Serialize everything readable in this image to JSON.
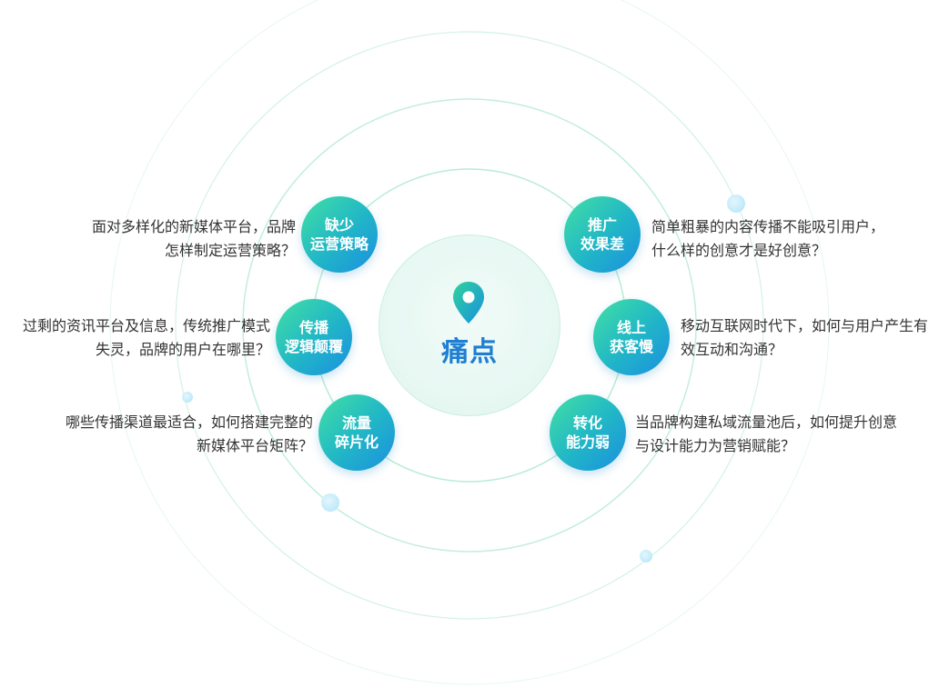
{
  "center": {
    "title": "痛点",
    "icon": "location-pin-icon"
  },
  "colors": {
    "ring": "#b7ecd6",
    "node_gradient_start": "#43e0a3",
    "node_gradient_end": "#1a8fe0",
    "center_title": "#1f7fd3",
    "text": "#333333"
  },
  "pain_points": [
    {
      "title_line1": "缺少",
      "title_line2": "运营策略",
      "desc_line1": "面对多样化的新媒体平台，品牌",
      "desc_line2": "怎样制定运营策略？"
    },
    {
      "title_line1": "传播",
      "title_line2": "逻辑颠覆",
      "desc_line1": "过剩的资讯平台及信息，传统推广模式",
      "desc_line2": "失灵，品牌的用户在哪里？"
    },
    {
      "title_line1": "流量",
      "title_line2": "碎片化",
      "desc_line1": "哪些传播渠道最适合，如何搭建完整的",
      "desc_line2": "新媒体平台矩阵？"
    },
    {
      "title_line1": "推广",
      "title_line2": "效果差",
      "desc_line1": "简单粗暴的内容传播不能吸引用户，",
      "desc_line2": "什么样的创意才是好创意？"
    },
    {
      "title_line1": "线上",
      "title_line2": "获客慢",
      "desc_line1": "移动互联网时代下，如何与用户产生有",
      "desc_line2": "效互动和沟通？"
    },
    {
      "title_line1": "转化",
      "title_line2": "能力弱",
      "desc_line1": "当品牌构建私域流量池后，如何提升创意",
      "desc_line2": "与设计能力为营销赋能？"
    }
  ]
}
